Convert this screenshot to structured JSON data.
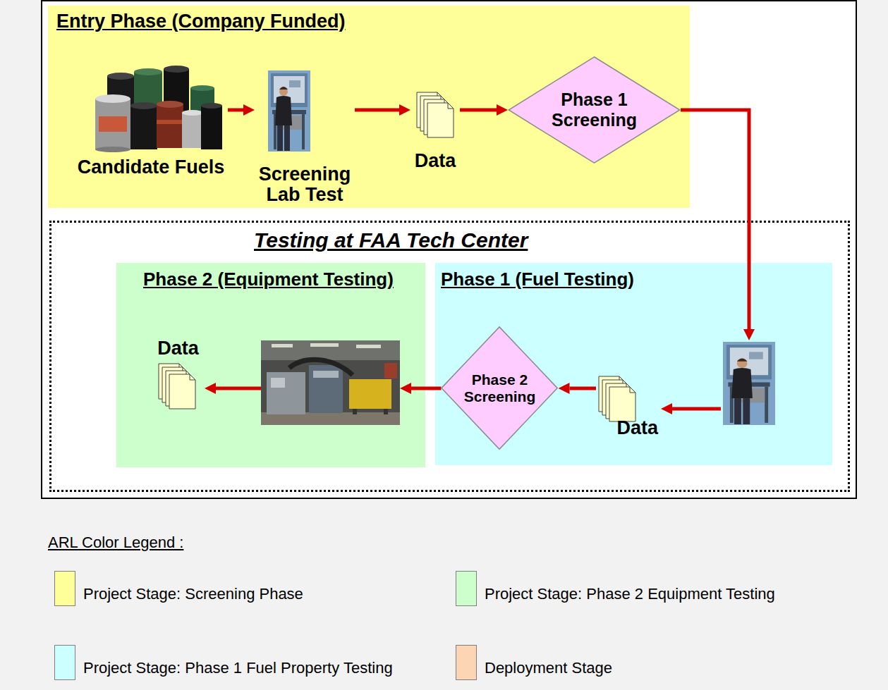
{
  "diagram": {
    "nodes": [
      {
        "text": [
          "Entry Phase (Company Funded)"
        ]
      },
      {
        "text": [
          "Candidate Fuels"
        ],
        "in": 0
      },
      {
        "text": [
          "Screening Lab Test"
        ],
        "in": 0
      },
      {
        "text": [
          "Data"
        ],
        "in": 0
      },
      {
        "text": [
          "Phase 1 Screening"
        ],
        "in": 0
      },
      {
        "text": [
          "Testing at FAA Tech Center"
        ]
      },
      {
        "text": [
          "Phase 2 (Equipment Testing)"
        ],
        "in": 5
      },
      {
        "text": [
          "Data"
        ],
        "in": 6
      },
      {
        "text": [],
        "in": 6
      },
      {
        "text": [
          "Phase 1 (Fuel Testing)"
        ],
        "in": 5
      },
      {
        "text": [
          "Phase 2 Screening"
        ],
        "in": 9
      },
      {
        "text": [
          "Data"
        ],
        "in": 9
      },
      {
        "text": [],
        "in": 9
      }
    ],
    "edges": [
      {
        "from": 1,
        "to": 2,
        "arrow": "to"
      },
      {
        "from": 2,
        "to": 3,
        "arrow": "to"
      },
      {
        "from": 3,
        "to": 4,
        "arrow": "to"
      },
      {
        "from": 4,
        "to": 12,
        "arrow": "to"
      },
      {
        "from": 12,
        "to": 11,
        "arrow": "to"
      },
      {
        "from": 11,
        "to": 10,
        "arrow": "to"
      },
      {
        "from": 10,
        "to": 8,
        "arrow": "to"
      },
      {
        "from": 8,
        "to": 7,
        "arrow": "to"
      }
    ],
    "labels": [
      "ARL Color Legend :"
    ],
    "legend": [
      {
        "text": "Project Stage: Screening Phase",
        "color": "#ffff99"
      },
      {
        "text": "Project Stage: Phase 2 Equipment Testing",
        "color": "#ccffcc"
      },
      {
        "text": "Project Stage: Phase 1 Fuel Property Testing",
        "color": "#ccffff"
      },
      {
        "text": "Deployment Stage",
        "color": "#fcd5b4"
      }
    ]
  }
}
